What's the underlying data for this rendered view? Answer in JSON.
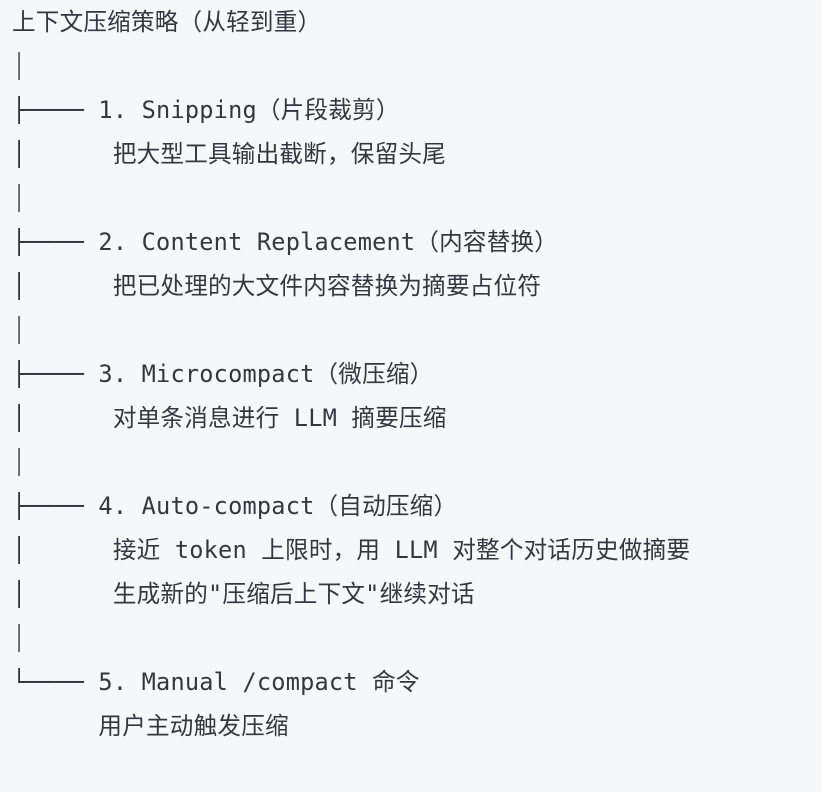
{
  "lines": [
    "上下文压缩策略（从轻到重）",
    "│",
    "├──── 1. Snipping（片段裁剪）",
    "│      把大型工具输出截断，保留头尾",
    "│",
    "├──── 2. Content Replacement（内容替换）",
    "│      把已处理的大文件内容替换为摘要占位符",
    "│",
    "├──── 3. Microcompact（微压缩）",
    "│      对单条消息进行 LLM 摘要压缩",
    "│",
    "├──── 4. Auto-compact（自动压缩）",
    "│      接近 token 上限时，用 LLM 对整个对话历史做摘要",
    "│      生成新的\"压缩后上下文\"继续对话",
    "│",
    "└──── 5. Manual /compact 命令",
    "      用户主动触发压缩"
  ]
}
